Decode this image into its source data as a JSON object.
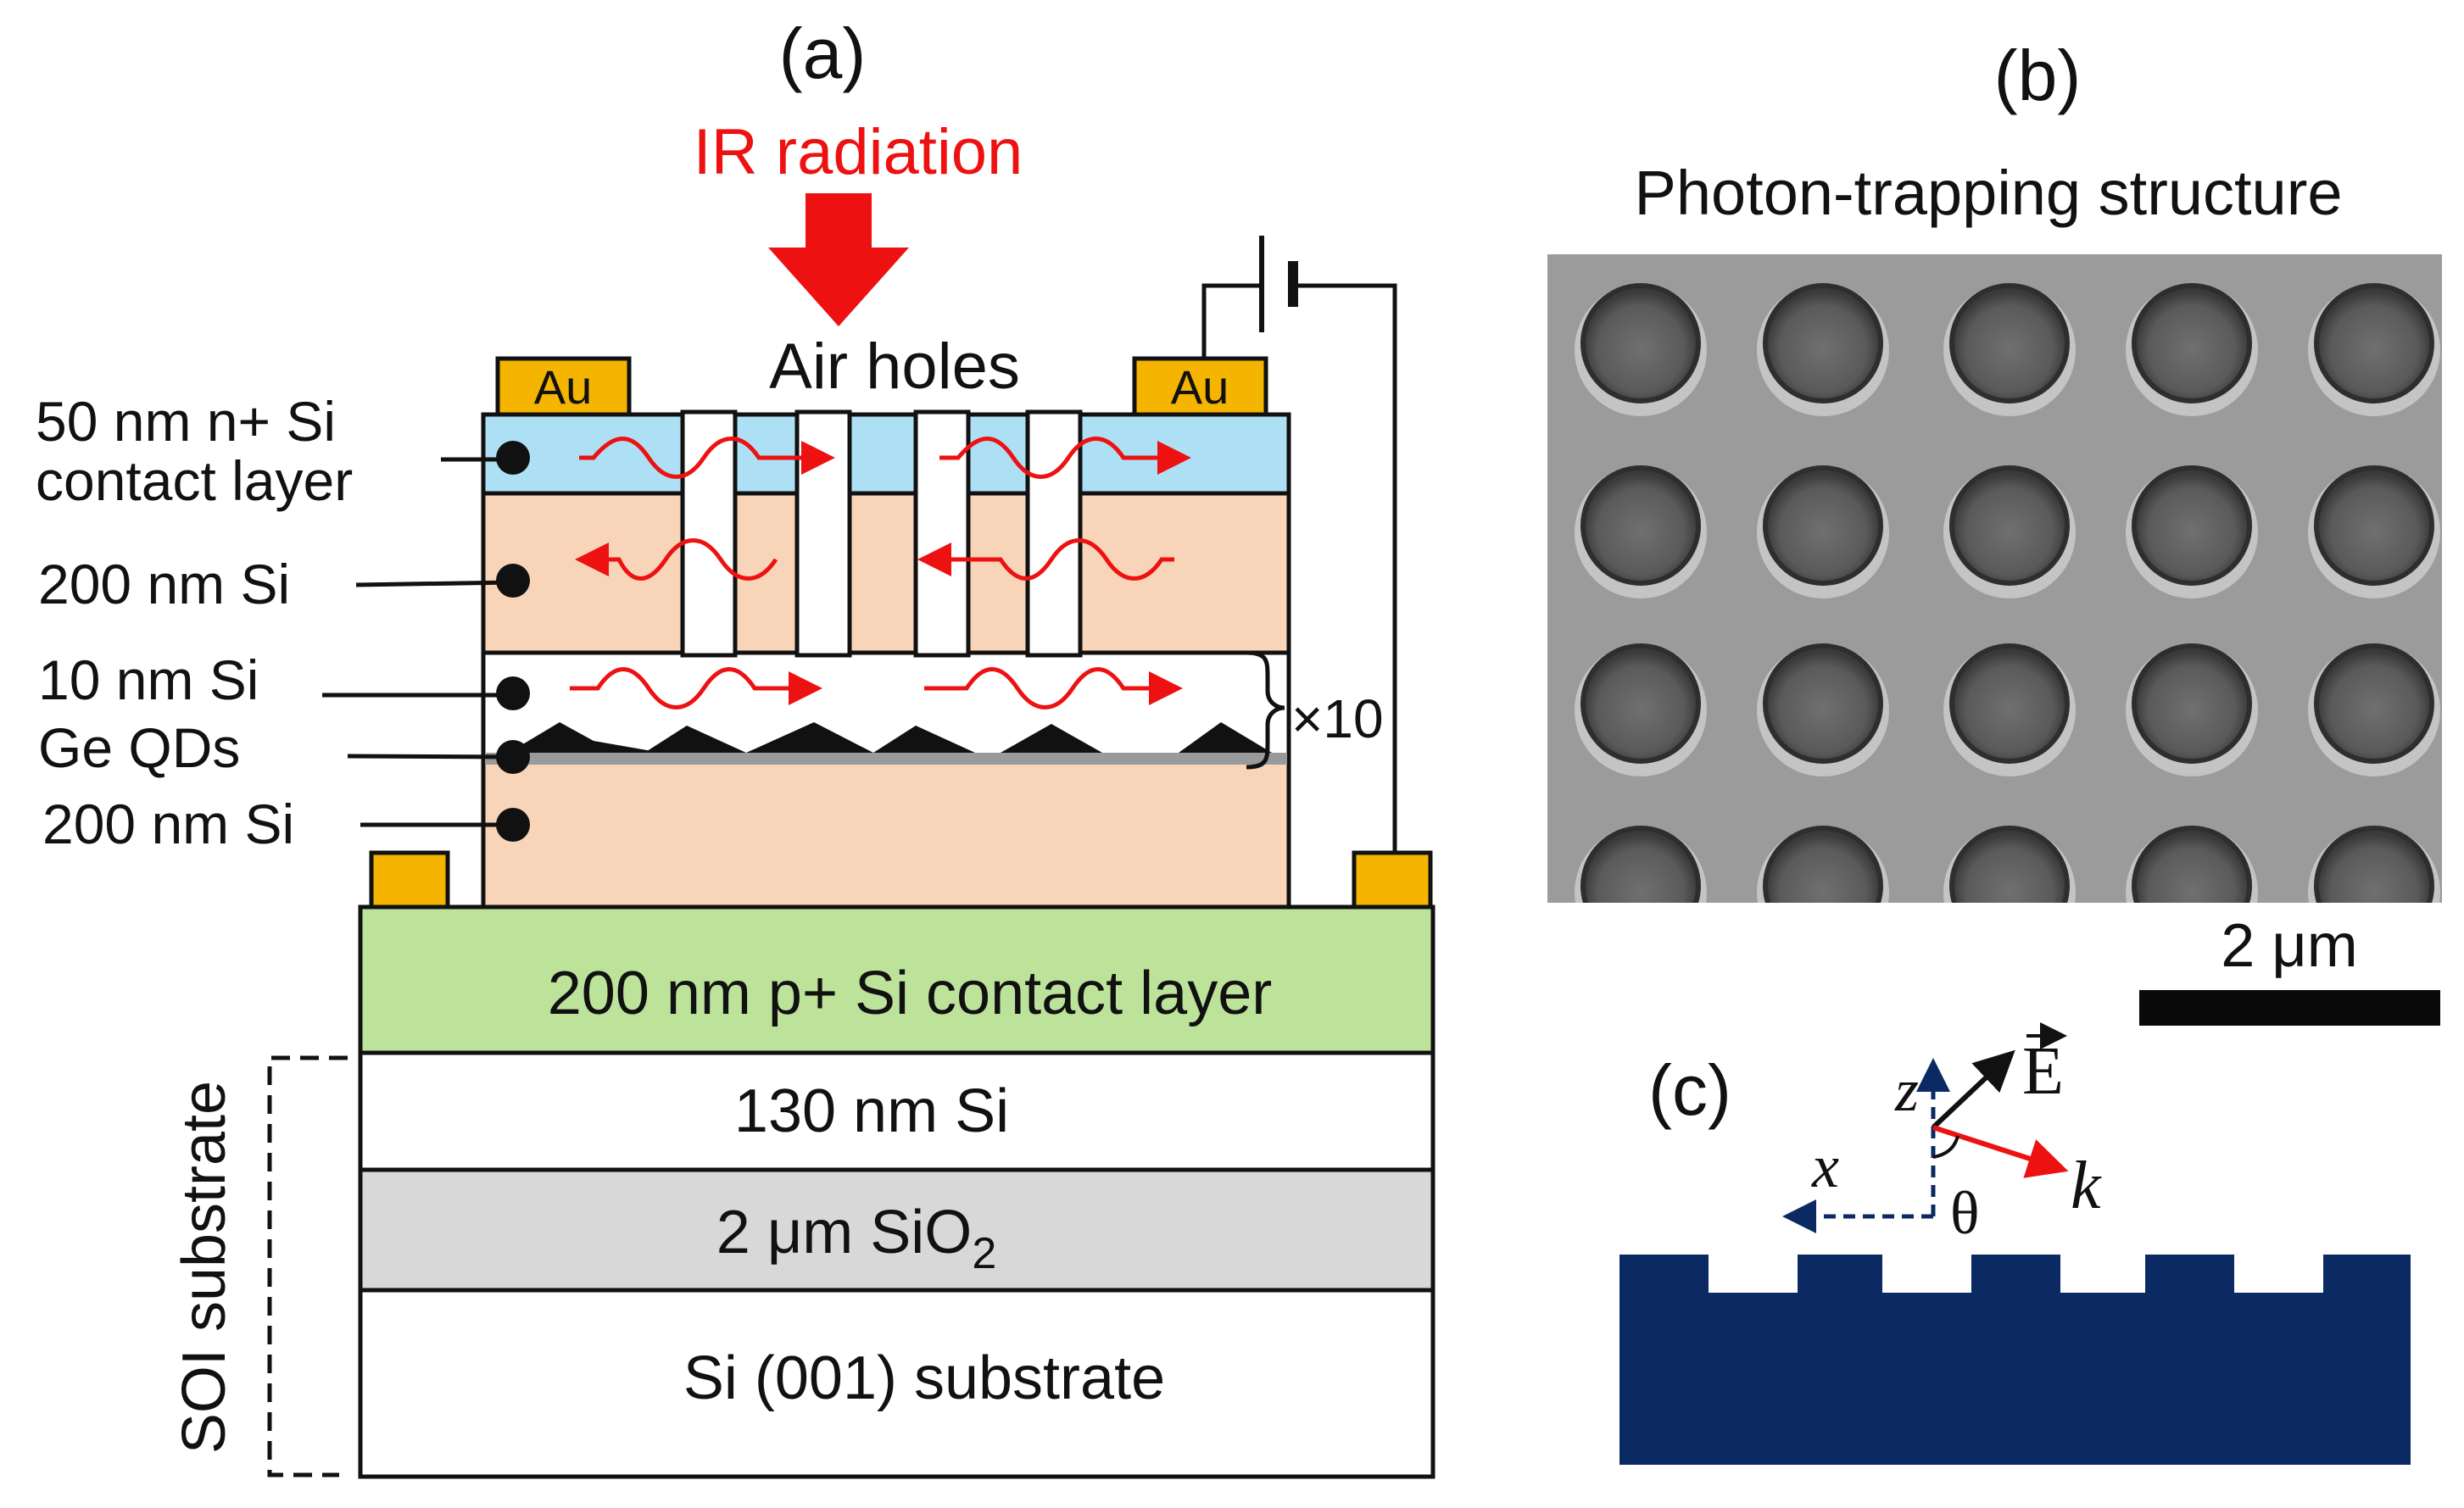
{
  "panel_a": {
    "panel_label": "(a)",
    "radiation_label": "IR radiation",
    "air_holes_label": "Air holes",
    "electrode_label": "Au",
    "left_labels": {
      "contact_line1": "50 nm n+ Si",
      "contact_line2": "contact layer",
      "si_200_top": "200 nm Si",
      "si_10": "10 nm Si",
      "ge_qds": "Ge QDs",
      "si_200_bottom": "200 nm Si"
    },
    "repeat_label": "×10",
    "layers": {
      "p_contact": "200 nm p+ Si contact layer",
      "si_130": "130 nm Si",
      "sio2_main": "2 μm SiO",
      "sio2_sub": "2",
      "substrate": "Si (001) substrate"
    },
    "soi_label": "SOI substrate"
  },
  "panel_b": {
    "panel_label": "(b)",
    "title": "Photon-trapping structure",
    "scale_label": "2 μm"
  },
  "panel_c": {
    "panel_label": "(c)",
    "z": "z",
    "x": "x",
    "k": "k",
    "E": "E",
    "theta": "θ"
  },
  "colors": {
    "contact_blue": "#aee0f5",
    "si_peach": "#f8d4b8",
    "p_green": "#bde39a",
    "sio2_gray": "#d8d8d8",
    "gold": "#f5b400",
    "red": "#ee1111",
    "navy": "#0b2a63",
    "sem_bg": "#9b9b9b"
  }
}
